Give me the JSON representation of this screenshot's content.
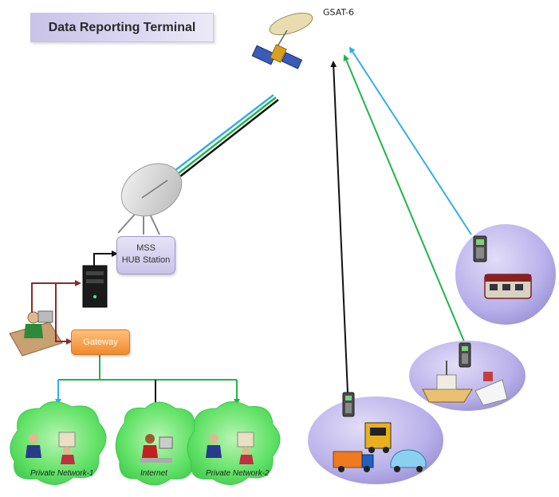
{
  "title": "Data Reporting Terminal",
  "satellite_label": "GSAT-6",
  "hub": {
    "line1": "MSS",
    "line2": "HUB Station"
  },
  "gateway_label": "Gateway",
  "networks": [
    "Private Network-1",
    "Internet",
    "Private Network-2"
  ],
  "colors": {
    "title_bg": "#d2cdee",
    "cloud_green": "#66e36a",
    "ellipse_lavender": "#b9b1ea",
    "link_blue": "#33aee8",
    "link_green": "#22b44a",
    "link_black": "#111111",
    "gateway_orange": "#f39a3a",
    "link_red": "#8c2a2a"
  }
}
